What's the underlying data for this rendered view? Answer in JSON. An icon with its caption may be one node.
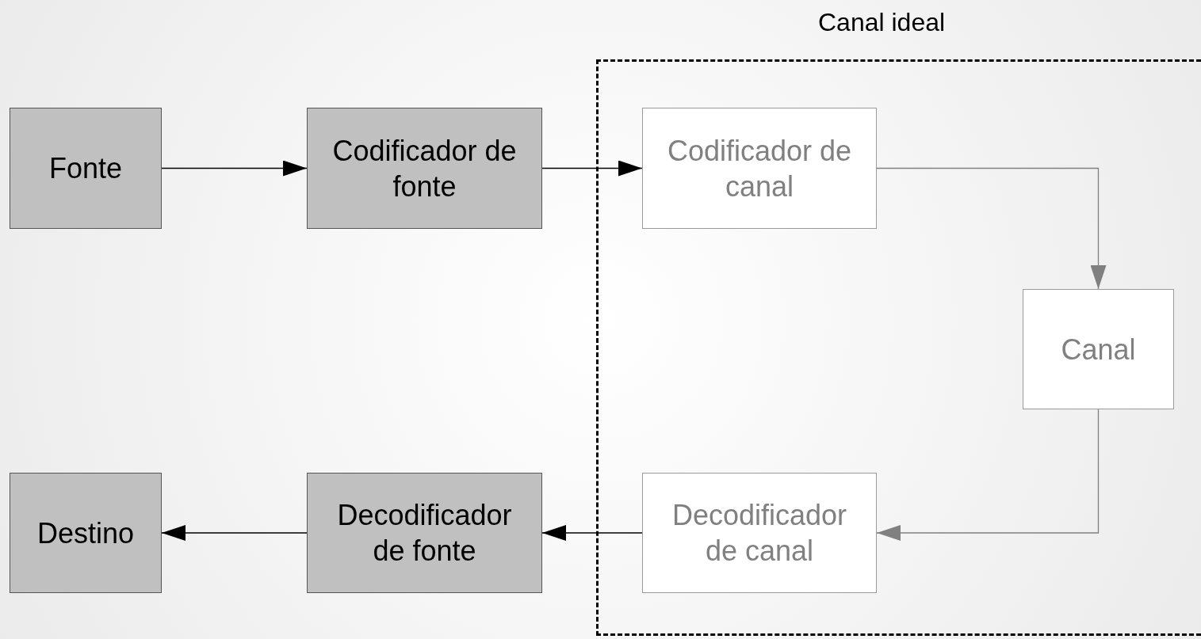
{
  "diagram": {
    "nodes": [
      {
        "text": [
          "Canal ideal"
        ]
      },
      {
        "text": [
          "Fonte"
        ]
      },
      {
        "text": [
          "Codificador de fonte"
        ]
      },
      {
        "text": [
          "Codificador de canal"
        ],
        "in": 0
      },
      {
        "text": [
          "Canal"
        ],
        "in": 0
      },
      {
        "text": [
          "Destino"
        ]
      },
      {
        "text": [
          "Decodificador de fonte"
        ]
      },
      {
        "text": [
          "Decodificador de canal"
        ],
        "in": 0
      }
    ],
    "edges": [
      {
        "from": 1,
        "to": 2,
        "arrow": "to"
      },
      {
        "from": 2,
        "to": 3,
        "arrow": "to"
      },
      {
        "from": 3,
        "to": 4,
        "arrow": "to",
        "color": "#808080"
      },
      {
        "from": 4,
        "to": 7,
        "arrow": "to",
        "color": "#808080"
      },
      {
        "from": 7,
        "to": 6,
        "arrow": "to"
      },
      {
        "from": 6,
        "to": 5,
        "arrow": "to"
      }
    ]
  }
}
